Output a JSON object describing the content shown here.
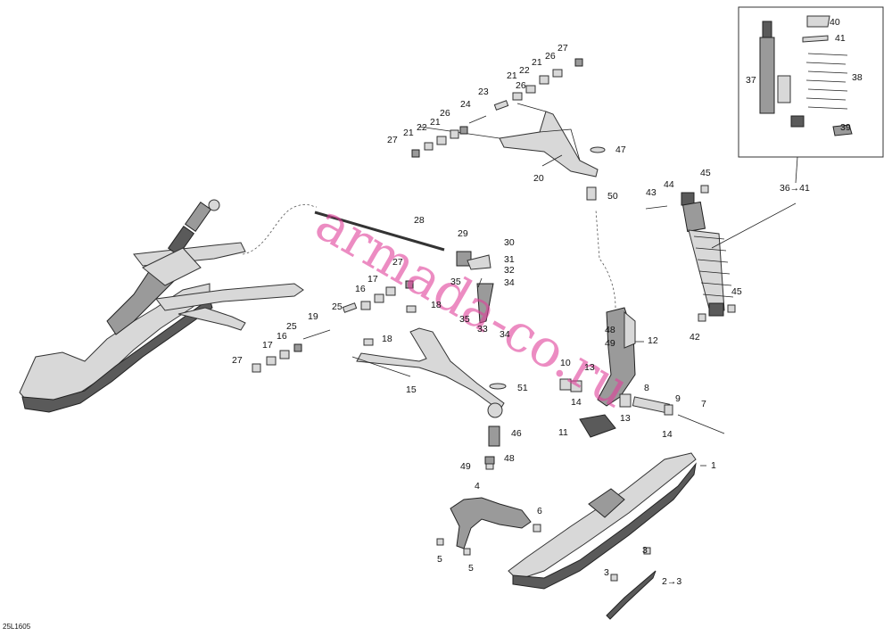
{
  "diagram": {
    "drawing_code": "25L1605",
    "watermark": "armada-co.ru",
    "callouts": [
      "1",
      "2→3",
      "3",
      "3",
      "4",
      "5",
      "5",
      "6",
      "7",
      "8",
      "9",
      "10",
      "11",
      "12",
      "13",
      "13",
      "14",
      "14",
      "15",
      "16",
      "16",
      "17",
      "17",
      "18",
      "18",
      "19",
      "20",
      "21",
      "21",
      "21",
      "21",
      "22",
      "22",
      "23",
      "24",
      "25",
      "25",
      "26",
      "26",
      "26",
      "27",
      "27",
      "27",
      "27",
      "28",
      "29",
      "30",
      "31",
      "32",
      "33",
      "34",
      "34",
      "35",
      "35",
      "36→41",
      "37",
      "38",
      "39",
      "40",
      "41",
      "42",
      "43",
      "44",
      "45",
      "45",
      "46",
      "47",
      "48",
      "48",
      "49",
      "49",
      "50",
      "51"
    ]
  }
}
